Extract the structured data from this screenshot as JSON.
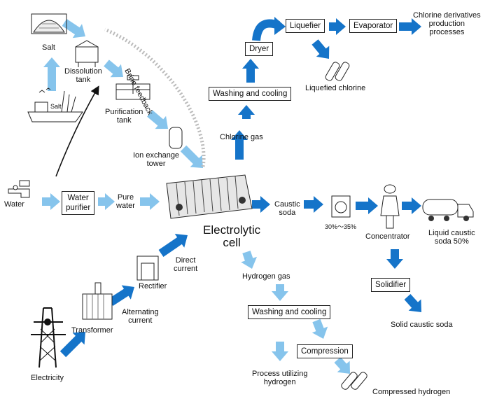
{
  "labels": {
    "salt": "Salt",
    "salt_ship": "Salt",
    "dissolution_tank": "Dissolution\ntank",
    "purification_tank": "Purification\ntank",
    "ion_exchange_tower": "Ion exchange\ntower",
    "brine_feedback": "Brine feedback",
    "water": "Water",
    "water_purifier": "Water\npurifier",
    "pure_water": "Pure\nwater",
    "electrolytic_cell": "Electrolytic\ncell",
    "direct_current": "Direct\ncurrent",
    "rectifier": "Rectifier",
    "alternating_current": "Alternating\ncurrent",
    "transformer": "Transformer",
    "electricity": "Electricity",
    "chlorine_gas": "Chlorine gas",
    "washing_cooling_cl": "Washing  and cooling",
    "dryer": "Dryer",
    "liquefier": "Liquefier",
    "evaporator": "Evaporator",
    "chlorine_derivatives": "Chlorine derivatives\nproduction\nprocesses",
    "liquefied_chlorine": "Liquefied chlorine",
    "caustic_soda": "Caustic\nsoda",
    "concentration_range": "30%〜35%",
    "concentrator": "Concentrator",
    "liquid_caustic": "Liquid caustic\nsoda 50%",
    "solidifier": "Solidifier",
    "solid_caustic": "Solid caustic soda",
    "hydrogen_gas": "Hydrogen gas",
    "washing_cooling_h": "Washing and cooling",
    "compression": "Compression",
    "process_hydrogen": "Process utilizing\nhydrogen",
    "compressed_hydrogen": "Compressed hydrogen"
  },
  "colors": {
    "arrow_light": "#86c4ec",
    "arrow_dark": "#1574c9",
    "outline": "#222222"
  }
}
